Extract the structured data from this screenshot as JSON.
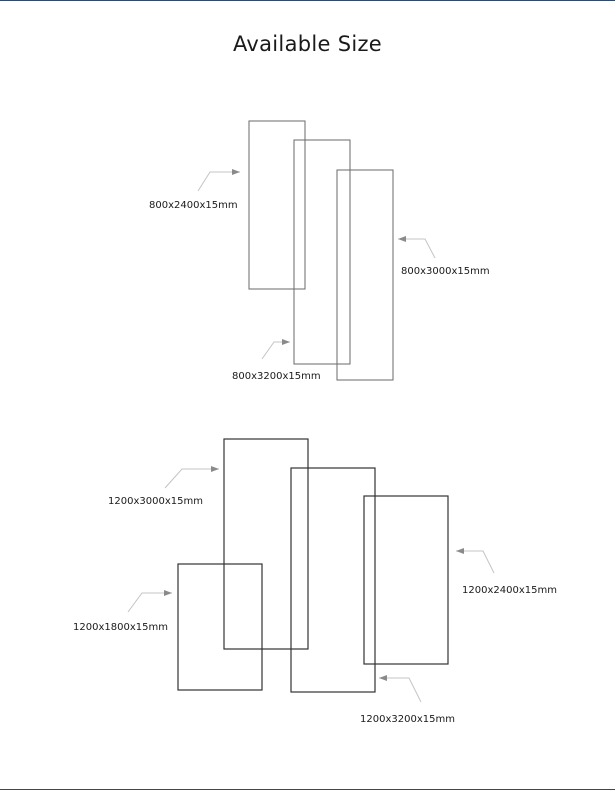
{
  "title": "Available Size",
  "colors": {
    "outline_light": "#6a6a6a",
    "outline_dark": "#333333",
    "leader": "#c4c4c4",
    "arrow": "#8a8a8a",
    "text": "#1a1a1a",
    "page_edge": "#2f4a6b"
  },
  "groups": [
    {
      "sizes": [
        {
          "label": "800x2400x15mm",
          "width_mm": 800,
          "height_mm": 2400,
          "thickness_mm": 15
        },
        {
          "label": "800x3200x15mm",
          "width_mm": 800,
          "height_mm": 3200,
          "thickness_mm": 15
        },
        {
          "label": "800x3000x15mm",
          "width_mm": 800,
          "height_mm": 3000,
          "thickness_mm": 15
        }
      ]
    },
    {
      "sizes": [
        {
          "label": "1200x3000x15mm",
          "width_mm": 1200,
          "height_mm": 3000,
          "thickness_mm": 15
        },
        {
          "label": "1200x1800x15mm",
          "width_mm": 1200,
          "height_mm": 1800,
          "thickness_mm": 15
        },
        {
          "label": "1200x3200x15mm",
          "width_mm": 1200,
          "height_mm": 3200,
          "thickness_mm": 15
        },
        {
          "label": "1200x2400x15mm",
          "width_mm": 1200,
          "height_mm": 2400,
          "thickness_mm": 15
        }
      ]
    }
  ]
}
